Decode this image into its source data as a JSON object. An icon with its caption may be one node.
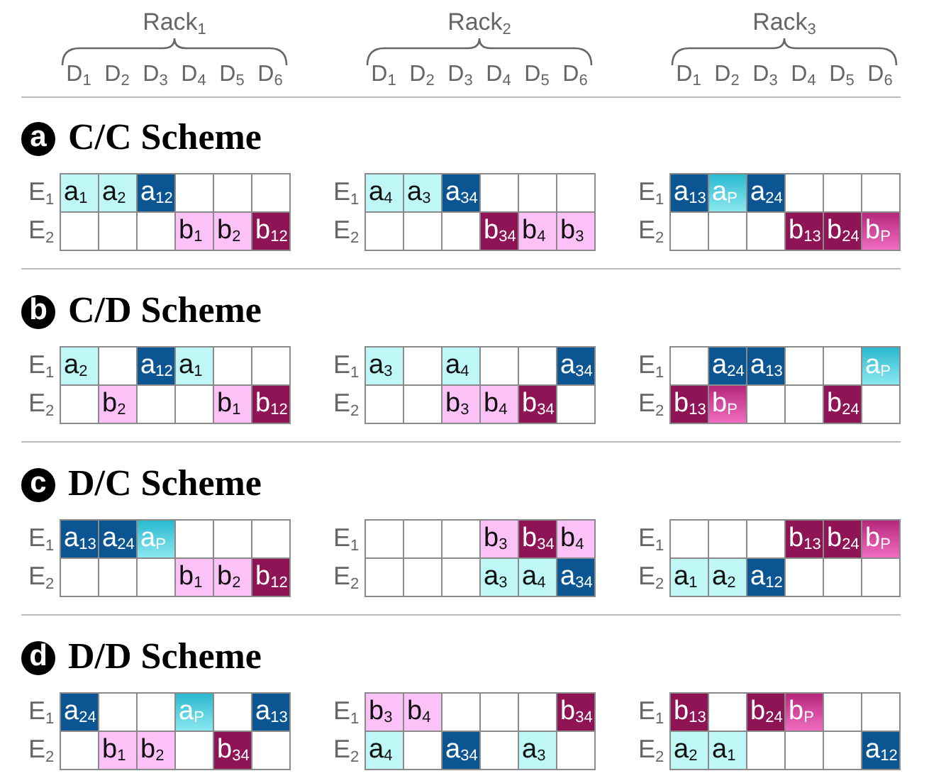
{
  "diagram": {
    "labels": [
      "Rack$_{1}$",
      "Rack$_{2}$",
      "Rack$_{3}$",
      "D$_{1}$",
      "D$_{2}$",
      "D$_{3}$",
      "D$_{4}$",
      "D$_{5}$",
      "D$_{6}$",
      "D$_{1}$",
      "D$_{2}$",
      "D$_{3}$",
      "D$_{4}$",
      "D$_{5}$",
      "D$_{6}$",
      "D$_{1}$",
      "D$_{2}$",
      "D$_{3}$",
      "D$_{4}$",
      "D$_{5}$",
      "D$_{6}$",
      "a",
      "C/C Scheme",
      "E$_{1}$",
      "a$_{1}$",
      "a$_{2}$",
      "a$_{12}$",
      "E$_{1}$",
      "a$_{4}$",
      "a$_{3}$",
      "a$_{34}$",
      "E$_{1}$",
      "a$_{13}$",
      "a$_{P}$",
      "a$_{24}$",
      "E$_{2}$",
      "b$_{1}$",
      "b$_{2}$",
      "b$_{12}$",
      "E$_{2}$",
      "b$_{34}$",
      "b$_{4}$",
      "b$_{3}$",
      "E$_{2}$",
      "b$_{13}$",
      "b$_{24}$",
      "b$_{P}$",
      "b",
      "C/D Scheme",
      "E$_{1}$",
      "a$_{2}$",
      "a$_{12}$",
      "a$_{1}$",
      "E$_{1}$",
      "a$_{3}$",
      "a$_{4}$",
      "a$_{34}$",
      "E$_{1}$",
      "a$_{24}$",
      "a$_{13}$",
      "a$_{P}$",
      "E$_{2}$",
      "b$_{2}$",
      "b$_{1}$",
      "b$_{12}$",
      "E$_{2}$",
      "b$_{3}$",
      "b$_{4}$",
      "b$_{34}$",
      "E$_{2}$",
      "b$_{13}$",
      "b$_{P}$",
      "b$_{24}$",
      "c",
      "D/C Scheme",
      "E$_{1}$",
      "a$_{13}$",
      "a$_{24}$",
      "a$_{P}$",
      "E$_{1}$",
      "b$_{3}$",
      "b$_{34}$",
      "b$_{4}$",
      "E$_{1}$",
      "b$_{13}$",
      "b$_{24}$",
      "b$_{P}$",
      "E$_{2}$",
      "b$_{1}$",
      "b$_{2}$",
      "b$_{12}$",
      "E$_{2}$",
      "a$_{3}$",
      "a$_{4}$",
      "a$_{34}$",
      "E$_{2}$",
      "a$_{1}$",
      "a$_{2}$",
      "a$_{12}$",
      "d",
      "D/D Scheme",
      "E$_{1}$",
      "a$_{24}$",
      "a$_{P}$",
      "a$_{13}$",
      "E$_{1}$",
      "b$_{3}$",
      "b$_{4}$",
      "b$_{34}$",
      "E$_{1}$",
      "b$_{13}$",
      "b$_{24}$",
      "b$_{P}$",
      "E$_{2}$",
      "b$_{1}$",
      "b$_{2}$",
      "b$_{34}$",
      "E$_{2}$",
      "a$_{4}$",
      "a$_{34}$",
      "a$_{3}$",
      "E$_{2}$",
      "a$_{2}$",
      "a$_{1}$",
      "a$_{12}$"
    ]
  }
}
